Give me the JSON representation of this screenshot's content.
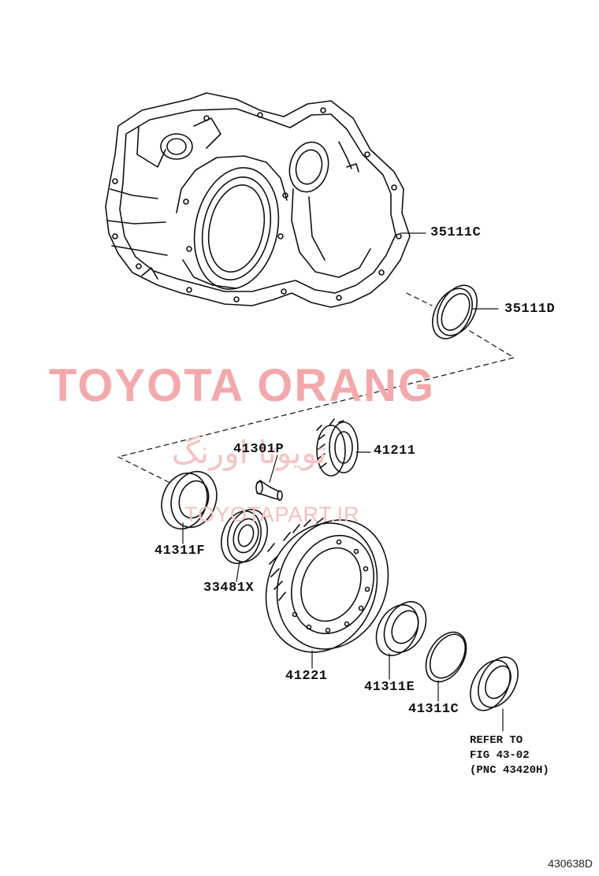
{
  "diagram": {
    "parts": {
      "case": "35111C",
      "case_seal": "35111D",
      "pinion_gear": "41211",
      "pin": "41301P",
      "left_bearing": "41311F",
      "output_seal": "33481X",
      "ring_gear": "41221",
      "right_bearing": "41311E",
      "shim": "41311C"
    },
    "note": {
      "line1": "REFER TO",
      "line2": "FIG 43-02",
      "line3": "(PNC 43420H)"
    },
    "figure_id": "430638D"
  },
  "watermark": {
    "brand": "TOYOTA ORANG",
    "persian": "تویوتا اورنگ",
    "url": "TOYOTAPART.IR",
    "color": "#f3a9ab"
  },
  "line_color": "#111111"
}
